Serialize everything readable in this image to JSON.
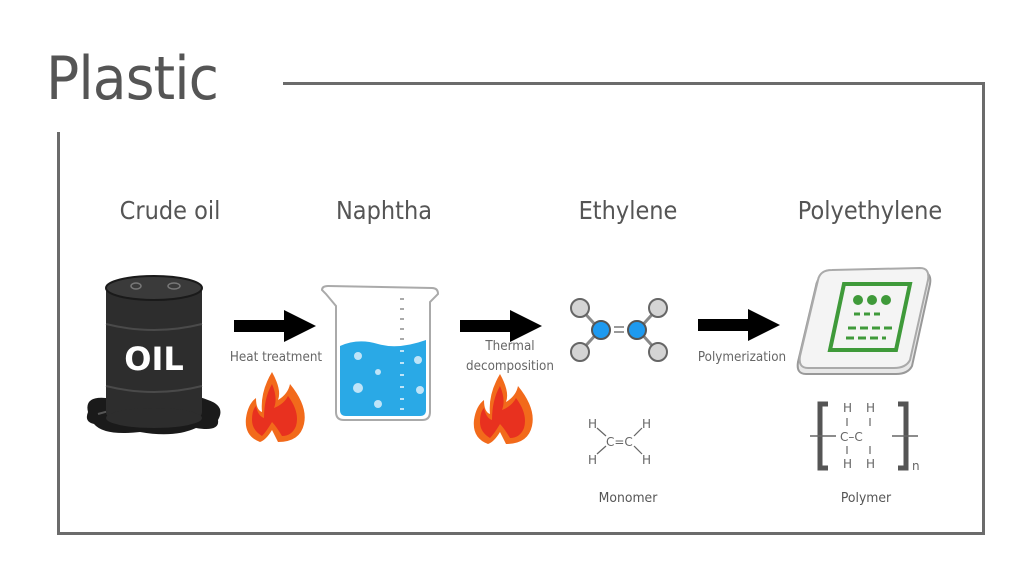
{
  "title": "Plastic",
  "stages": [
    {
      "name": "Crude oil",
      "icon": "oil-barrel-icon",
      "barrel_text": "OIL"
    },
    {
      "name": "Naphtha",
      "icon": "beaker-icon"
    },
    {
      "name": "Ethylene",
      "icon": "ethylene-molecule-icon",
      "caption": "Monomer"
    },
    {
      "name": "Polyethylene",
      "icon": "plastic-bag-icon",
      "caption": "Polymer"
    }
  ],
  "processes": [
    {
      "label": "Heat treatment",
      "icon": "fire-icon"
    },
    {
      "label_line1": "Thermal",
      "label_line2": "decomposition",
      "icon": "fire-icon"
    },
    {
      "label": "Polymerization"
    }
  ],
  "formulas": {
    "monomer": {
      "h": "H",
      "c_bond": "C=C"
    },
    "polymer": {
      "h": "H",
      "c_bond": "C–C",
      "subscript": "n"
    }
  },
  "colors": {
    "text": "#555555",
    "frame": "#6b6b6b",
    "liquid": "#2aa9e6",
    "carbon": "#1e9af0",
    "hydrogen": "#d4d4d4",
    "flame_outer": "#f26a1b",
    "flame_inner": "#e8311f",
    "bag_green": "#3f9a3a",
    "barrel": "#2d2d2d"
  }
}
